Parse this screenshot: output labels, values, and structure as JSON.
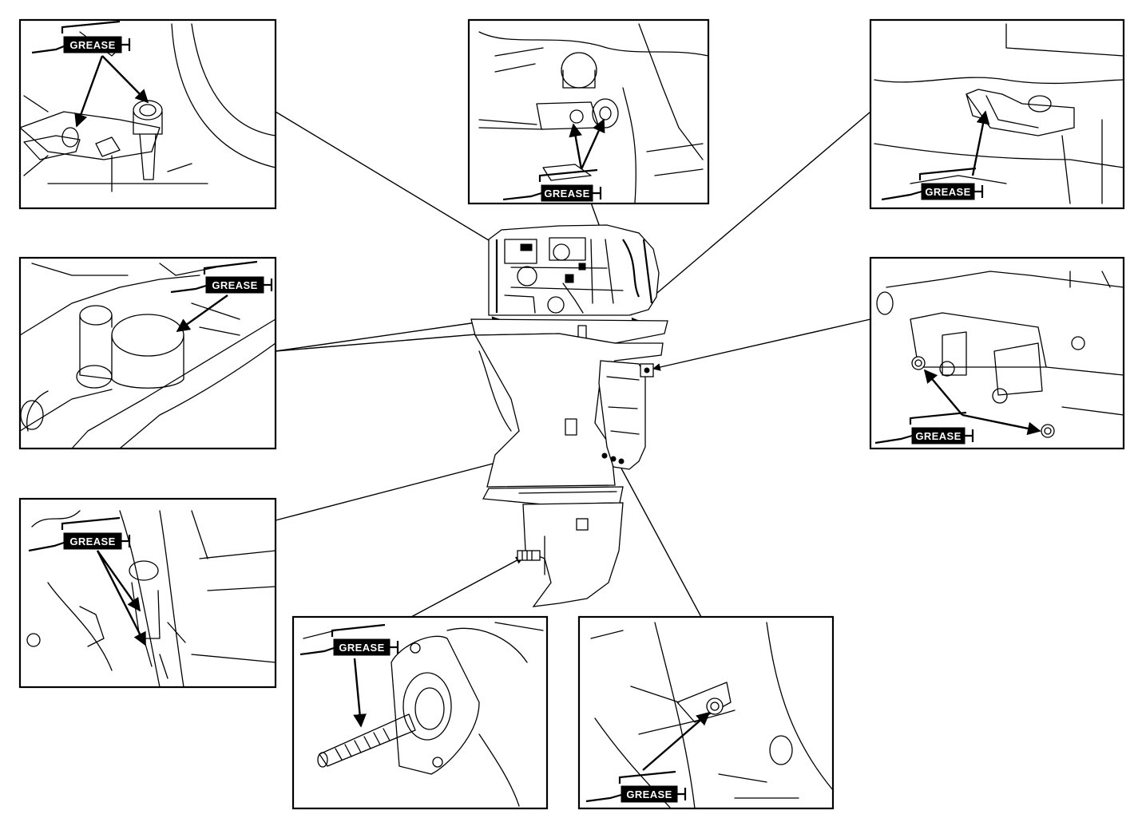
{
  "callouts": [
    {
      "id": "steering-pivot",
      "label": "GREASE"
    },
    {
      "id": "tiller-bracket",
      "label": "GREASE"
    },
    {
      "id": "shift-lever",
      "label": "GREASE"
    },
    {
      "id": "swivel-upper",
      "label": "GREASE"
    },
    {
      "id": "clamp-bracket",
      "label": "GREASE"
    },
    {
      "id": "tilt-lock",
      "label": "GREASE"
    },
    {
      "id": "drive-shaft",
      "label": "GREASE"
    },
    {
      "id": "swivel-lower",
      "label": "GREASE"
    }
  ]
}
